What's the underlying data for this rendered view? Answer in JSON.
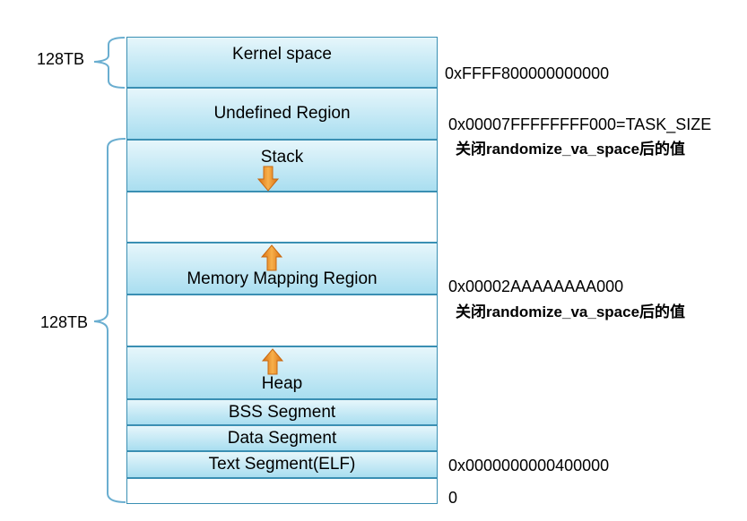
{
  "segments": {
    "kernel": "Kernel space",
    "undefined": "Undefined Region",
    "stack": "Stack",
    "mmap": "Memory Mapping Region",
    "heap": "Heap",
    "bss": "BSS Segment",
    "data": "Data Segment",
    "text": "Text Segment(ELF)"
  },
  "addresses": {
    "kernel_start": "0xFFFF800000000000",
    "task_size": "0x00007FFFFFFFF000=TASK_SIZE",
    "mmap_base": "0x00002AAAAAAAA000",
    "text_start": "0x0000000000400000",
    "zero": "0"
  },
  "notes": {
    "stack_note": "关闭randomize_va_space后的值",
    "mmap_note": "关闭randomize_va_space后的值"
  },
  "sizes": {
    "kernel_size": "128TB",
    "user_size": "128TB"
  },
  "colors": {
    "segment_fill": "#a9def0",
    "segment_border": "#3a8fb3",
    "arrow_fill": "#f39a2e",
    "brace_color": "#6aaed0"
  }
}
